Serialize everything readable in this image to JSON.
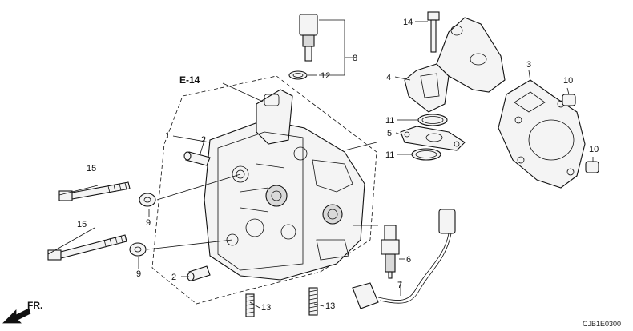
{
  "diagram": {
    "section_ref": "E-14",
    "direction_label": "FR.",
    "drawing_code": "CJB1E0300",
    "callouts": {
      "c1": "1",
      "c2a": "2",
      "c2b": "2",
      "c3": "3",
      "c4": "4",
      "c5": "5",
      "c6": "6",
      "c7": "7",
      "c8": "8",
      "c9a": "9",
      "c9b": "9",
      "c10a": "10",
      "c10b": "10",
      "c11a": "11",
      "c11b": "11",
      "c12": "12",
      "c13a": "13",
      "c13b": "13",
      "c14": "14",
      "c15a": "15",
      "c15b": "15"
    }
  }
}
